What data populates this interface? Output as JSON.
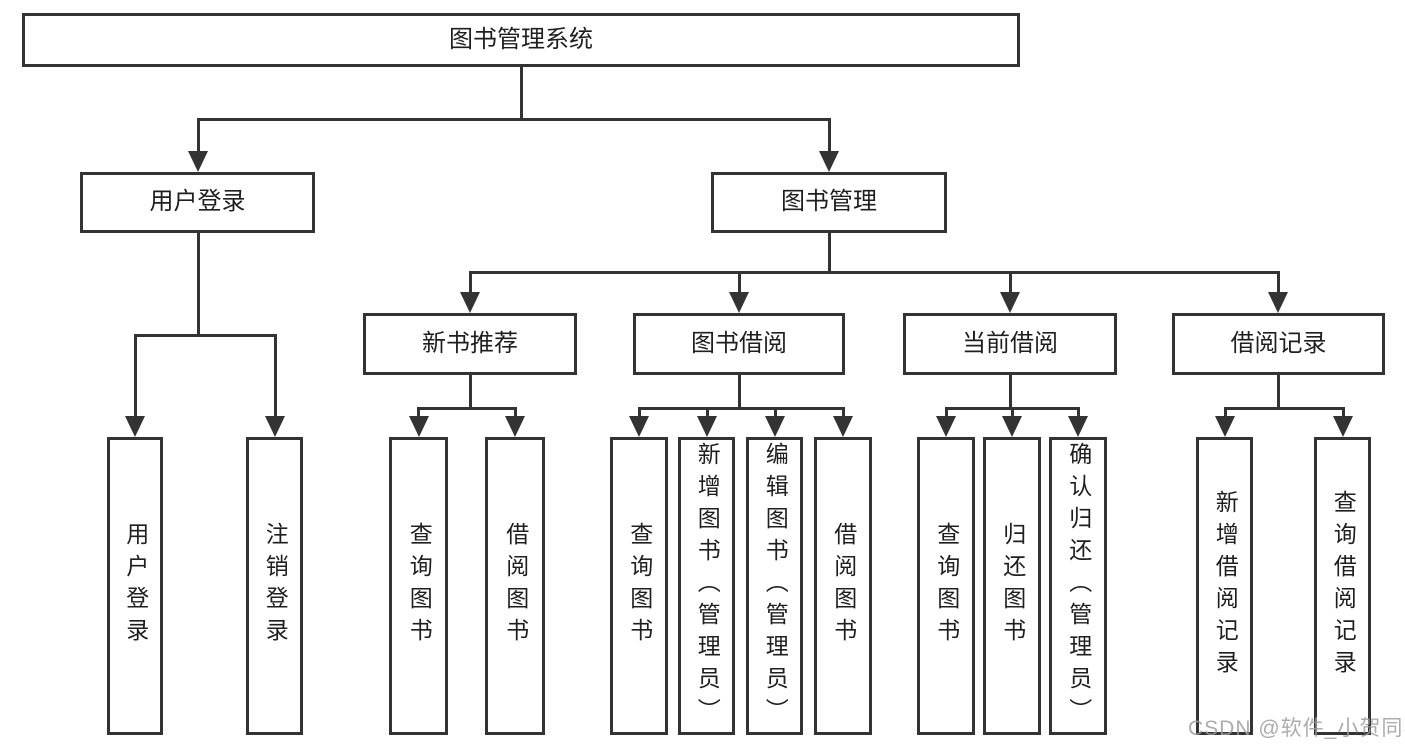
{
  "tree": {
    "root": {
      "label": "图书管理系统"
    },
    "user_login": {
      "label": "用户登录",
      "children": [
        {
          "label": "用户登录"
        },
        {
          "label": "注销登录"
        }
      ]
    },
    "book_mgmt": {
      "label": "图书管理",
      "children": [
        {
          "label": "新书推荐",
          "children": [
            {
              "label": "查询图书"
            },
            {
              "label": "借阅图书"
            }
          ]
        },
        {
          "label": "图书借阅",
          "children": [
            {
              "label": "查询图书"
            },
            {
              "label": "新增图书（管理员）"
            },
            {
              "label": "编辑图书（管理员）"
            },
            {
              "label": "借阅图书"
            }
          ]
        },
        {
          "label": "当前借阅",
          "children": [
            {
              "label": "查询图书"
            },
            {
              "label": "归还图书"
            },
            {
              "label": "确认归还（管理员）"
            }
          ]
        },
        {
          "label": "借阅记录",
          "children": [
            {
              "label": "新增借阅记录"
            },
            {
              "label": "查询借阅记录"
            }
          ]
        }
      ]
    }
  },
  "watermark": {
    "text": "CSDN @软件_小贺同学"
  },
  "colors": {
    "line": "#333333",
    "box_border": "#333333",
    "box_fill": "#ffffff",
    "text": "#1f1f1f",
    "watermark": "#9e9e9e",
    "background": "#ffffff"
  }
}
